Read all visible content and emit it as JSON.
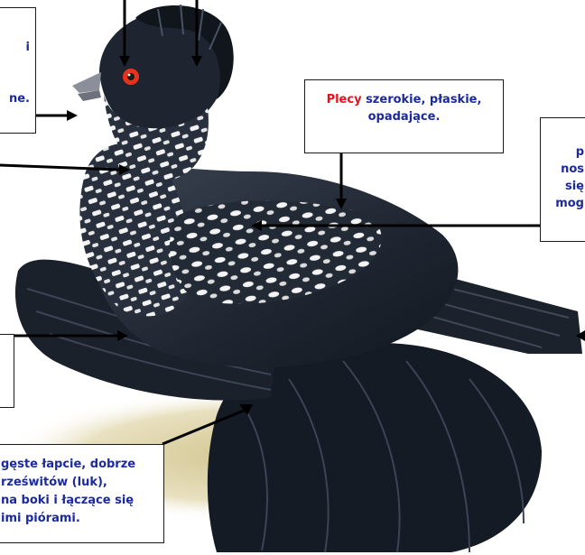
{
  "labels": {
    "beak_box": {
      "lines": [
        "i",
        "",
        "",
        "ne."
      ]
    },
    "back_box": {
      "highlight": "Plecy",
      "rest": " szerokie, płaskie,",
      "line2": "opadające."
    },
    "right_box": {
      "lines": [
        "p",
        "nos",
        "się",
        "mog"
      ]
    },
    "left_mid_box": {
      "lines": [
        ""
      ]
    },
    "feet_box": {
      "lines": [
        "gęste łapcie, dobrze",
        "rześwitów (luk),",
        "na boki i łączące się",
        "imi piórami."
      ]
    }
  },
  "colors": {
    "label_text": "#1c2a9c",
    "highlight": "#e0141e",
    "box_border": "#1a1a1a",
    "plumage_dark": "#1e2530",
    "plumage_light": "#f2f2f2",
    "eye": "#e8331c",
    "ground": "#c9b97a"
  }
}
